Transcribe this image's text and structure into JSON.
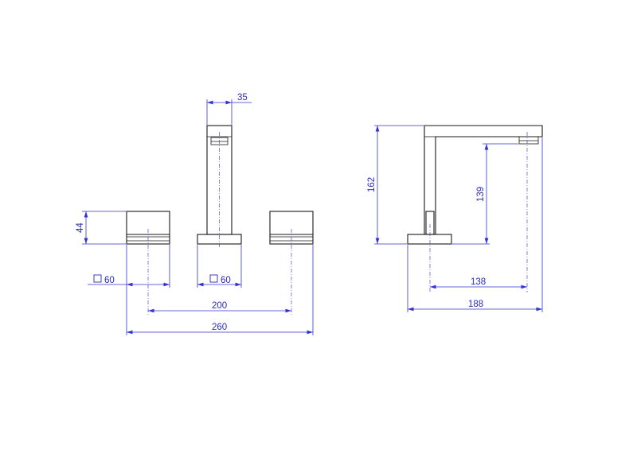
{
  "front_view": {
    "dim_spout_width": "35",
    "dim_handle_height": "44",
    "dim_handle_square": "60",
    "dim_spout_base_square": "60",
    "dim_center_to_center": "200",
    "dim_overall_width": "260"
  },
  "side_view": {
    "dim_total_height": "162",
    "dim_outlet_height": "139",
    "dim_reach": "138",
    "dim_overall_depth": "188"
  },
  "colors": {
    "object_lines": "#1a1a1a",
    "dimension_lines": "#3333cc",
    "dimension_text": "#2a2ab8",
    "background": "#ffffff"
  }
}
